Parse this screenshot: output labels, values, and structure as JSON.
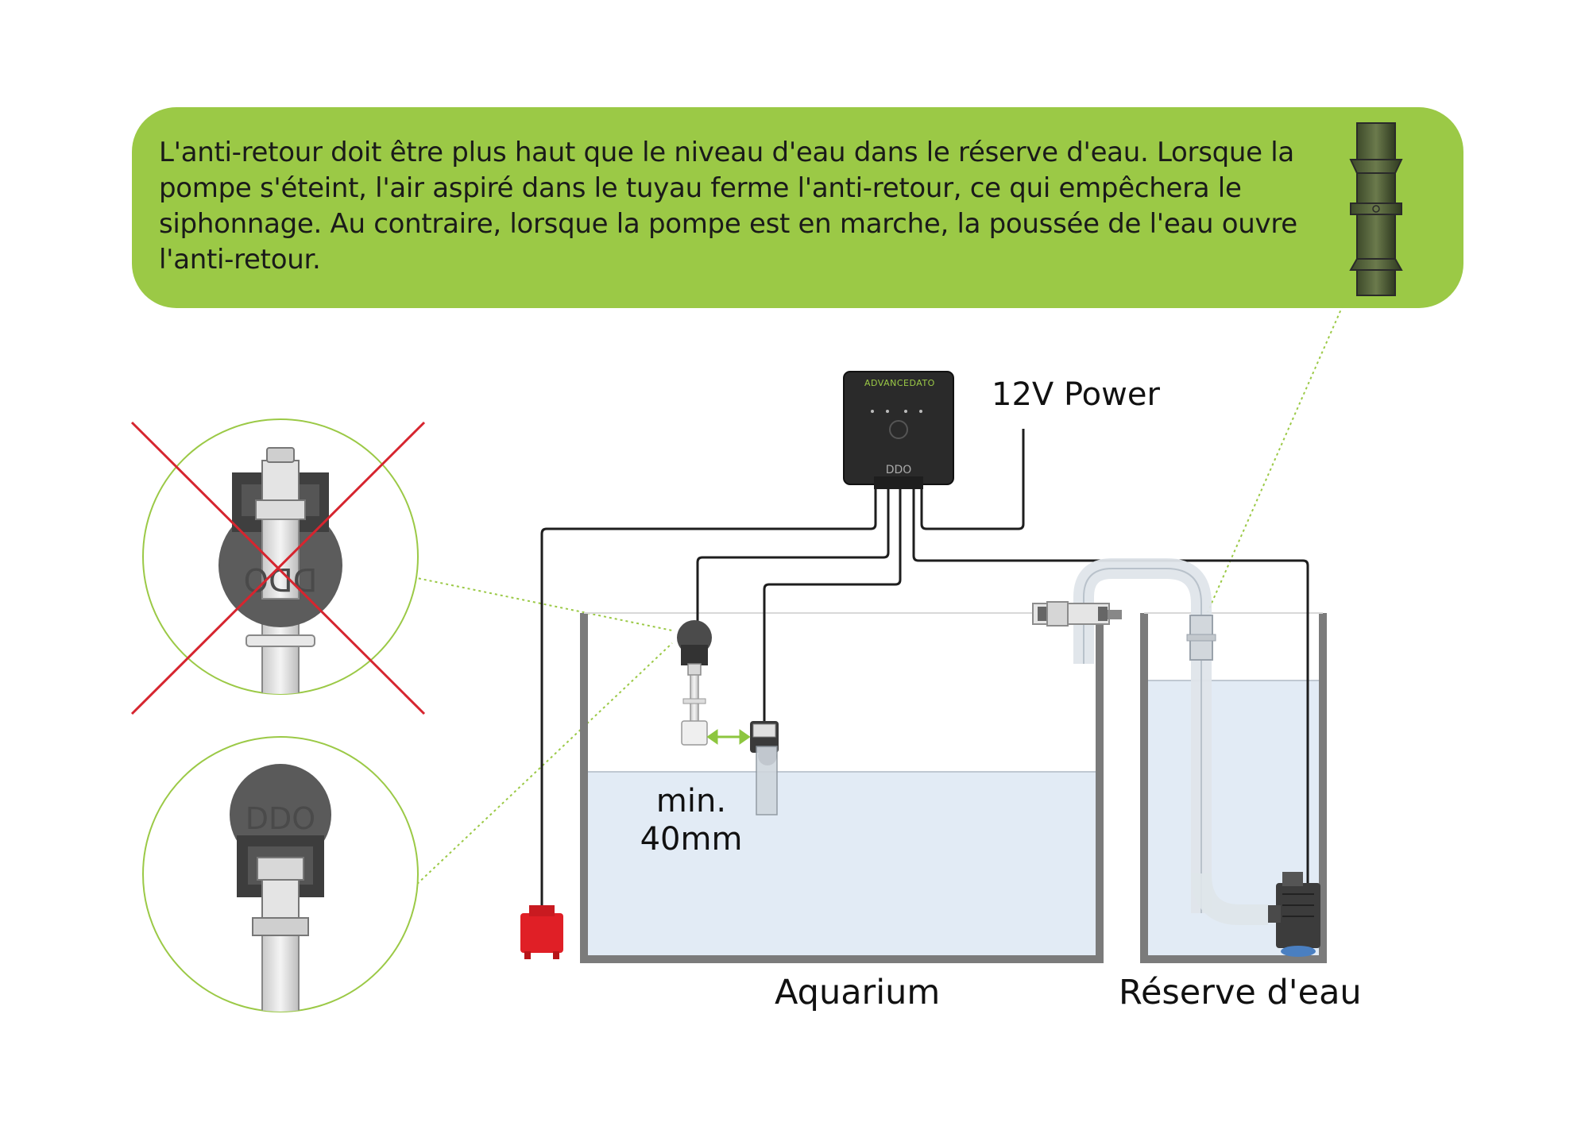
{
  "callout": {
    "text": "L'anti-retour doit être plus haut que le niveau d'eau dans le réserve d'eau. Lorsque la pompe s'éteint, l'air aspiré dans le tuyau ferme l'anti-retour, ce qui empêchera le siphonnage. Au contraire, lorsque la pompe est en marche, la poussée de l'eau ouvre l'anti-retour.",
    "color": "#9bc946"
  },
  "controller": {
    "brand": "ADVANCEDATO",
    "logo": "DDO"
  },
  "labels": {
    "power": "12V Power",
    "min_distance": "min. 40mm",
    "aquarium": "Aquarium",
    "reserve": "Réserve d'eau"
  },
  "detail_views": {
    "incorrect": {
      "logo": "DDO",
      "crossed": true,
      "cross_color": "#d6252f"
    },
    "correct": {
      "logo": "DDO",
      "crossed": false
    }
  },
  "icons": {
    "check_valve": "check-valve-icon",
    "controller": "ato-controller-icon",
    "float_switch": "float-switch-icon",
    "optical_sensor": "optical-sensor-icon",
    "leak_sensor": "leak-sensor-icon",
    "pump": "pump-icon"
  },
  "colors": {
    "water": "#e2ebf5",
    "tank_wall": "#7b7b7b",
    "cable": "#1e1e1e",
    "leader_line": "#9bc946",
    "leak_sensor": "#e01f26",
    "arrow": "#8dc63f"
  }
}
